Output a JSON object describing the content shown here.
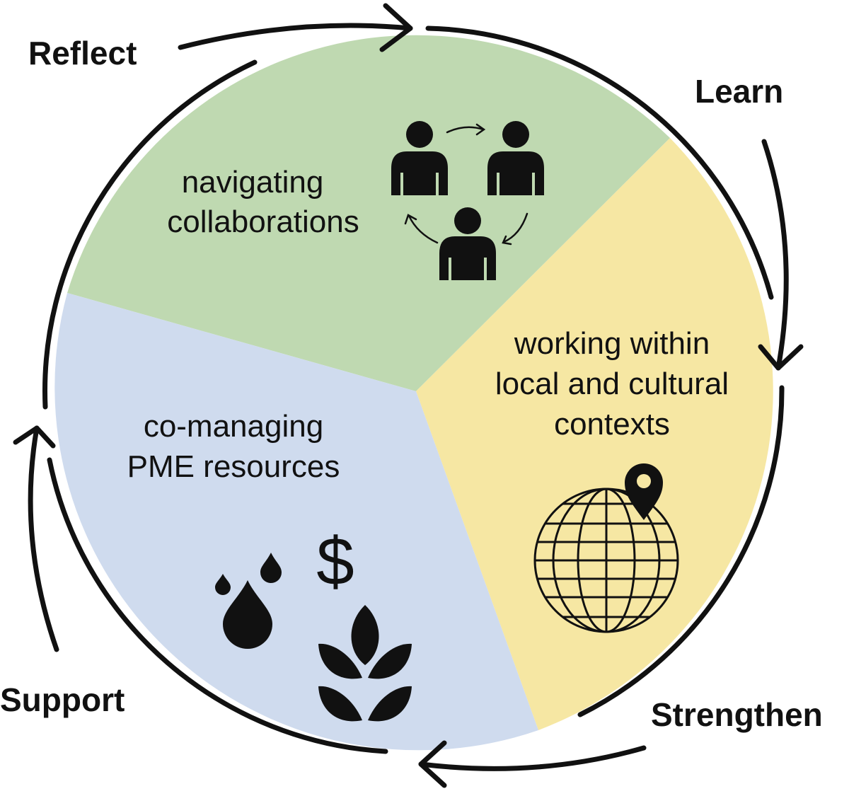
{
  "cycle_stages": [
    {
      "id": "reflect",
      "label": "Reflect"
    },
    {
      "id": "learn",
      "label": "Learn"
    },
    {
      "id": "strengthen",
      "label": "Strengthen"
    },
    {
      "id": "support",
      "label": "Support"
    }
  ],
  "sectors": {
    "collaborations": {
      "lines": [
        "navigating",
        "collaborations"
      ],
      "color": "#bfd9b1",
      "icon": "people-cycle-icon"
    },
    "contexts": {
      "lines": [
        "working within",
        "local and cultural",
        "contexts"
      ],
      "color": "#f6e7a3",
      "icon": "globe-location-icon"
    },
    "resources": {
      "lines": [
        "co-managing",
        "PME resources"
      ],
      "color": "#cfdbee",
      "icons": [
        "water-drops-icon",
        "dollar-icon",
        "wheat-icon"
      ]
    }
  },
  "colors": {
    "outline": "#111111"
  }
}
